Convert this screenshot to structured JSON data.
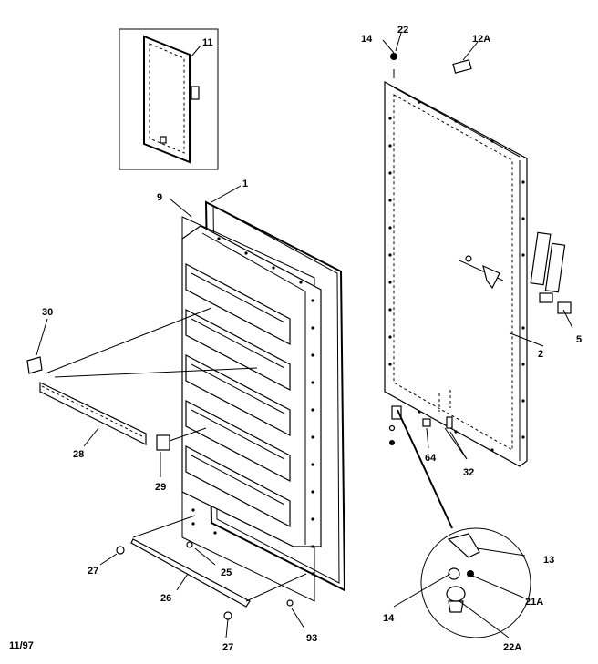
{
  "labels": {
    "l1": "1",
    "l2": "2",
    "l5": "5",
    "l9": "9",
    "l11": "11",
    "l12a": "12A",
    "l13": "13",
    "l14a": "14",
    "l14b": "14",
    "l21a": "21A",
    "l22": "22",
    "l22a": "22A",
    "l25": "25",
    "l26": "26",
    "l27a": "27",
    "l27b": "27",
    "l28": "28",
    "l29": "29",
    "l30": "30",
    "l32": "32",
    "l64": "64",
    "l93": "93"
  },
  "date_code": "11/97"
}
